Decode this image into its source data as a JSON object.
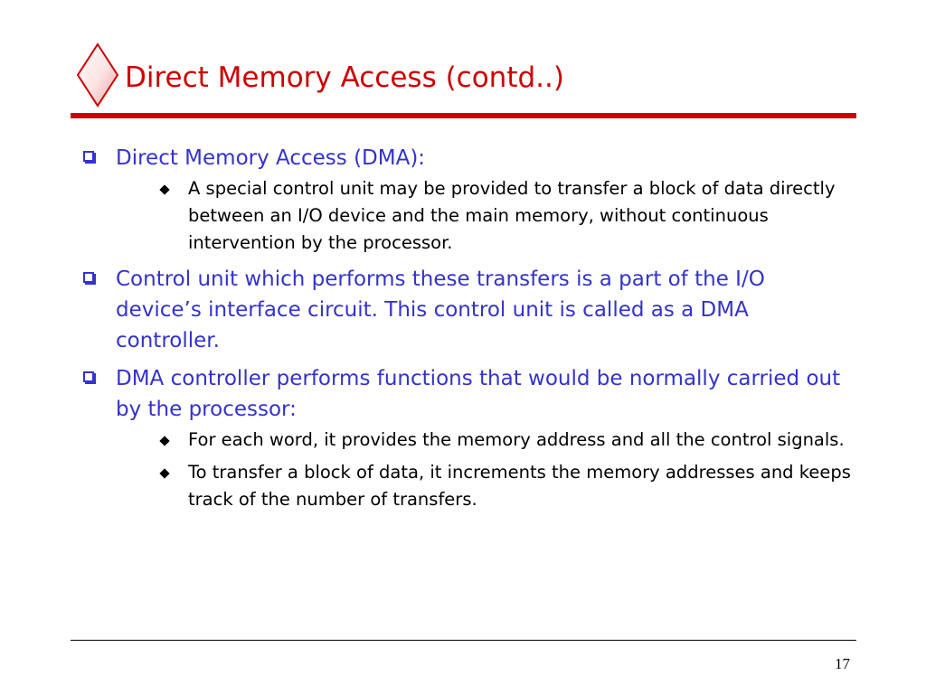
{
  "slide": {
    "title": "Direct Memory Access (contd..)",
    "colors": {
      "title": "#cc0000",
      "rule": "#cc0000",
      "level1_text": "#3333cc",
      "level2_text": "#000000"
    },
    "bullets": [
      {
        "text": "Direct Memory Access (DMA):",
        "sub": [
          "A special control unit may be provided to transfer a block of data directly between an I/O device and the main memory, without continuous intervention by the processor."
        ]
      },
      {
        "text": "Control unit which performs these transfers is a part of the I/O device’s interface circuit. This control unit is called as a DMA controller.",
        "sub": []
      },
      {
        "text": "DMA controller performs functions that would be normally carried out by the processor:",
        "sub": [
          "For each word, it provides the memory address and all the control signals.",
          "To transfer a block of data, it increments the memory addresses and keeps track of the number of transfers."
        ]
      }
    ],
    "page_number": "17"
  }
}
